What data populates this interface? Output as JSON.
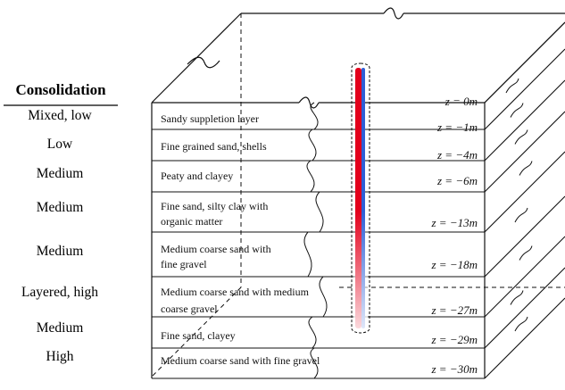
{
  "consolidation_title": "Consolidation",
  "layers": [
    {
      "consolidation": "Mixed, low",
      "description": [
        "Sandy suppletion layer"
      ]
    },
    {
      "consolidation": "Low",
      "description": [
        "Fine grained sand, shells"
      ]
    },
    {
      "consolidation": "Medium",
      "description": [
        "Peaty and clayey"
      ]
    },
    {
      "consolidation": "Medium",
      "description": [
        "Fine sand, silty clay with",
        "organic matter"
      ]
    },
    {
      "consolidation": "Medium",
      "description": [
        "Medium coarse sand with",
        "fine gravel"
      ]
    },
    {
      "consolidation": "Layered, high",
      "description": [
        "Medium coarse sand with medium",
        "coarse gravel"
      ]
    },
    {
      "consolidation": "Medium",
      "description": [
        "Fine sand, clayey"
      ]
    },
    {
      "consolidation": "High",
      "description": [
        "Medium coarse sand with fine gravel"
      ]
    }
  ],
  "depth_labels": [
    "z = 0m",
    "z = −1m",
    "z = −4m",
    "z = −6m",
    "z = −13m",
    "z = −18m",
    "z = −27m",
    "z = −29m",
    "z = −30m"
  ],
  "colors": {
    "pipe_red": "#e3001b",
    "pipe_blue": "#2e5fd6",
    "line": "#111111"
  }
}
